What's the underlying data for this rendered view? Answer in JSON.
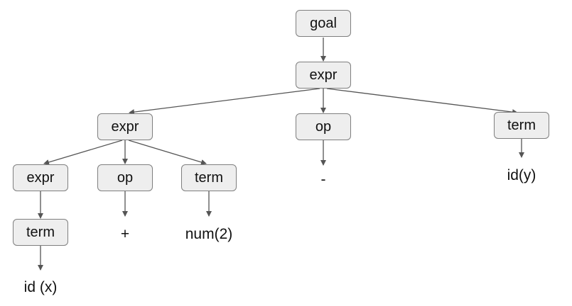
{
  "diagram": {
    "nodes": {
      "goal": "goal",
      "expr_root": "expr",
      "expr_left": "expr",
      "op_mid": "op",
      "term_right": "term",
      "expr_ll": "expr",
      "op_lm": "op",
      "term_lr": "term",
      "term_lll": "term"
    },
    "leaves": {
      "minus": "-",
      "id_y": "id(y)",
      "plus": "+",
      "num2": "num(2)",
      "id_x": "id (x)"
    }
  },
  "colors": {
    "node_fill": "#eeeeee",
    "node_border": "#7f7f7f",
    "edge": "#555555"
  }
}
